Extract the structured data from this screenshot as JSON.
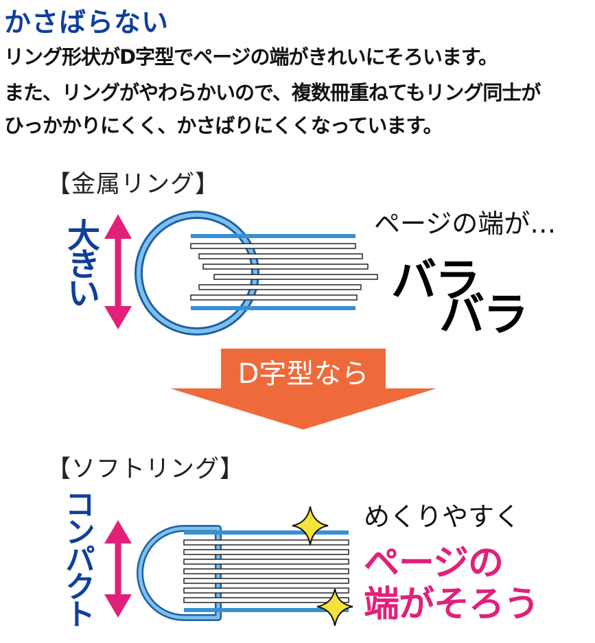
{
  "title": "かさばらない",
  "description": [
    "リング形状がD字型でページの端がきれいにそろいます。",
    "また、リングがやわらかいので、複数冊重ねてもリング同士が",
    "ひっかかりにくく、かさばりにくくなっています。"
  ],
  "metal_ring": {
    "label": "【金属リング】",
    "size_label": "大きい",
    "caption": "ページの端が…",
    "effect_line1": "バラ",
    "effect_line2": "バラ"
  },
  "arrow": {
    "label": "D字型なら"
  },
  "soft_ring": {
    "label": "【ソフトリング】",
    "size_label": "コンパクト",
    "caption": "めくりやすく",
    "effect_line1": "ページの",
    "effect_line2": "端がそろう"
  },
  "colors": {
    "title": "#0f3f9c",
    "ring": "#3a8fd0",
    "ring_dark": "#1d5fa6",
    "magenta": "#e0207a",
    "orange": "#ef6a3a",
    "sparkle": "#f5e23a"
  }
}
